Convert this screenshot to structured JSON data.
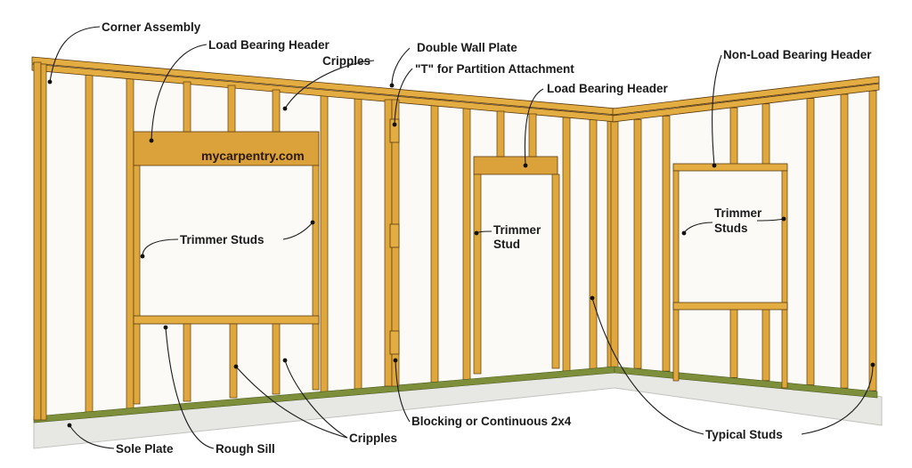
{
  "diagram": {
    "watermark": "mycarpentry.com",
    "labels": {
      "corner_assembly": "Corner Assembly",
      "load_bearing_header_left": "Load Bearing Header",
      "cripples_top": "Cripples",
      "double_wall_plate": "Double Wall Plate",
      "t_partition": "\"T\" for Partition Attachment",
      "load_bearing_header_door": "Load Bearing Header",
      "non_load_bearing_header": "Non-Load Bearing Header",
      "trimmer_studs_left": "Trimmer Studs",
      "trimmer_stud_door_line1": "Trimmer",
      "trimmer_stud_door_line2": "Stud",
      "trimmer_studs_right_line1": "Trimmer",
      "trimmer_studs_right_line2": "Studs",
      "blocking": "Blocking or Continuous 2x4",
      "typical_studs": "Typical Studs",
      "sole_plate": "Sole Plate",
      "rough_sill": "Rough Sill",
      "cripples_bottom": "Cripples"
    },
    "colors": {
      "lumber": "#e0a83c",
      "lumber_edge": "#5a3a10",
      "sole_plate": "#7d8f3a",
      "slab": "#e7e7e4",
      "text": "#1a1a1a"
    }
  }
}
